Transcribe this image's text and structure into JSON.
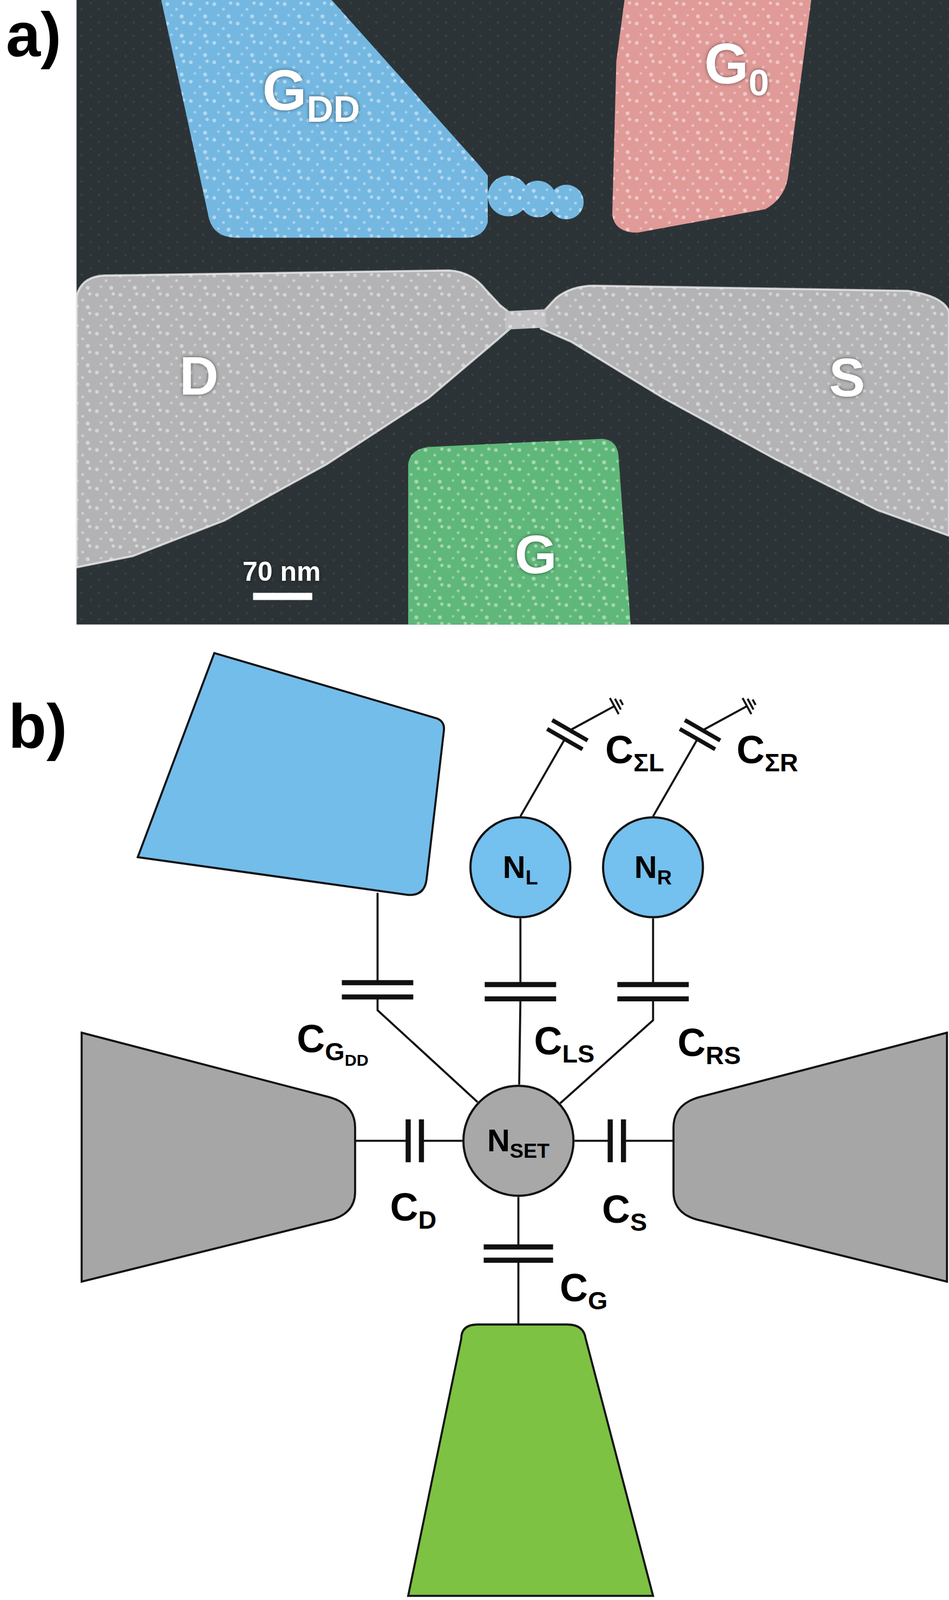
{
  "diagram": {
    "nodes": [
      {
        "text": [
          "NL"
        ]
      },
      {
        "text": [
          "NR"
        ]
      },
      {
        "text": [
          "NSET"
        ]
      }
    ],
    "edges": [
      {
        "from": 0,
        "to": 2,
        "arrow": "none",
        "label": "CLS"
      },
      {
        "from": 1,
        "to": 2,
        "arrow": "none",
        "label": "CRS"
      }
    ],
    "labels": [
      "a)",
      "GDD",
      "G0",
      "D",
      "S",
      "G",
      "70 nm",
      "b)",
      "CΣL",
      "CΣR",
      "CGDD",
      "CD",
      "CS",
      "CG"
    ]
  }
}
